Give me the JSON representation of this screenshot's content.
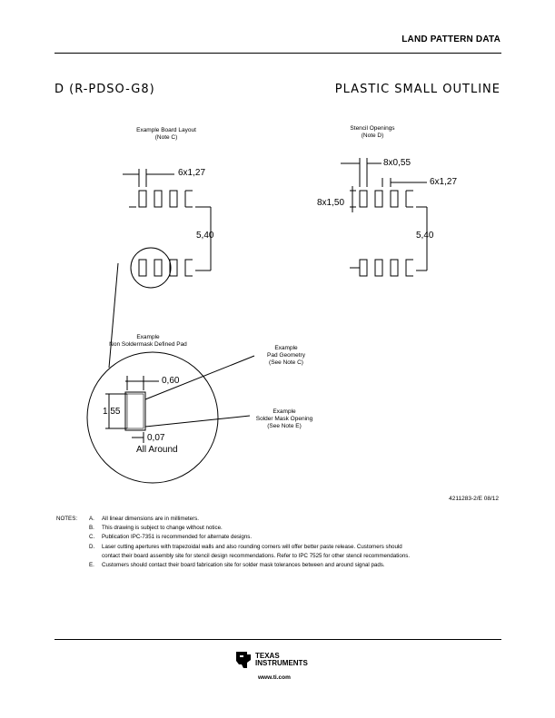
{
  "header": {
    "section_title": "LAND PATTERN DATA"
  },
  "package": {
    "designator": "D (R-PDSO-G8)",
    "type": "PLASTIC SMALL OUTLINE"
  },
  "board_layout": {
    "label_line1": "Example Board Layout",
    "label_line2": "(Note C)",
    "pitch": "6x1,27",
    "span": "5,40"
  },
  "stencil": {
    "label_line1": "Stencil Openings",
    "label_line2": "(Note D)",
    "width": "8x0,55",
    "pitch": "6x1,27",
    "height": "8x1,50",
    "span": "5,40"
  },
  "detail": {
    "label_line1": "Example",
    "label_line2": "Non Soldermask Defined Pad",
    "pad_width": "0,60",
    "pad_height": "1,55",
    "clearance": "0,07",
    "around": "All Around",
    "pad_geometry_line1": "Example",
    "pad_geometry_line2": "Pad Geometry",
    "pad_geometry_line3": "(See Note C)",
    "mask_line1": "Example",
    "mask_line2": "Solder Mask Opening",
    "mask_line3": "(See Note E)"
  },
  "doc_number": "4211283-2/E 08/12",
  "notes": {
    "heading": "NOTES:",
    "items": [
      {
        "letter": "A.",
        "text": "All linear dimensions are in millimeters."
      },
      {
        "letter": "B.",
        "text": "This drawing is subject to change without notice."
      },
      {
        "letter": "C.",
        "text": "Publication IPC-7351 is recommended for alternate designs."
      },
      {
        "letter": "D.",
        "text": "Laser cutting apertures with trapezoidal walls and also rounding corners will offer better paste release. Customers should"
      },
      {
        "letter": "",
        "text": "contact their board assembly site for stencil design recommendations. Refer to IPC 7525 for other stencil recommendations."
      },
      {
        "letter": "E.",
        "text": "Customers should contact their board fabrication site for solder mask tolerances between and around signal pads."
      }
    ]
  },
  "footer": {
    "brand_line1": "TEXAS",
    "brand_line2": "INSTRUMENTS",
    "url": "www.ti.com",
    "logo_icon": "ti-logo-icon"
  }
}
